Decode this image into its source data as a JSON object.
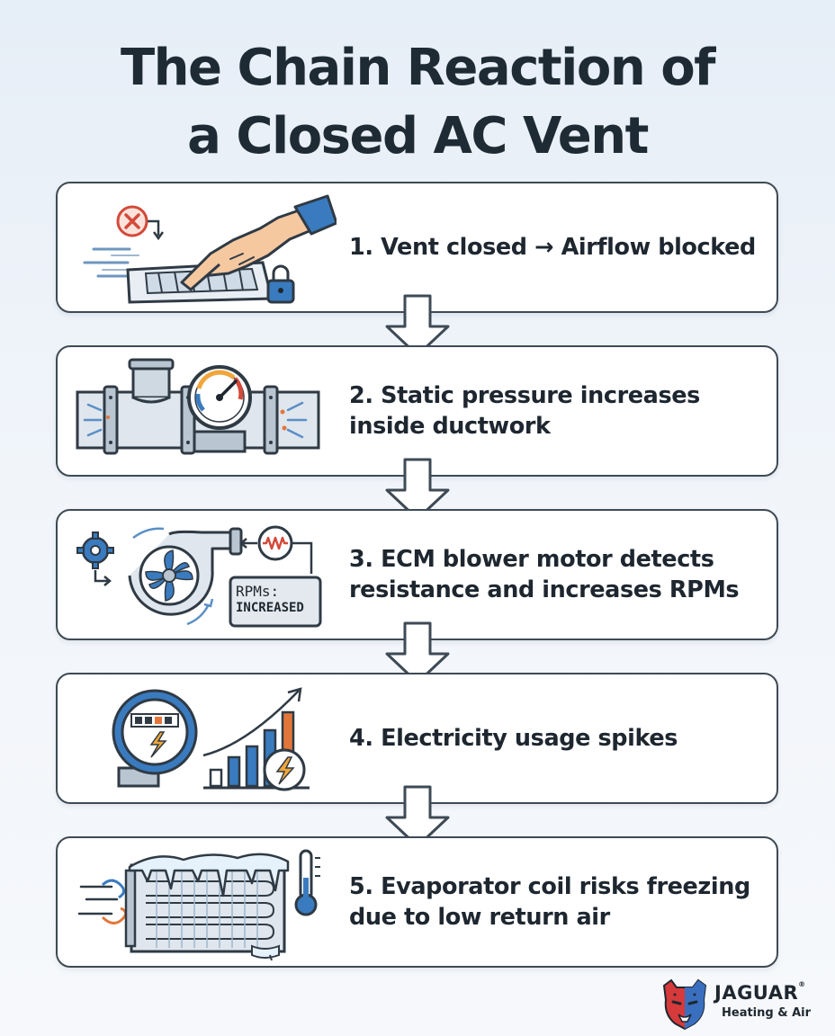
{
  "title": {
    "line1": "The Chain Reaction of",
    "line2": "a Closed AC Vent"
  },
  "steps": [
    {
      "text": "1. Vent closed → Airflow blocked",
      "icon": "vent-hand-lock-icon"
    },
    {
      "text": "2. Static pressure increases inside ductwork",
      "icon": "duct-pressure-gauge-icon"
    },
    {
      "text": "3. ECM blower motor detects resistance and increases RPMs",
      "icon": "blower-motor-icon",
      "icon_label_1": "RPMs:",
      "icon_label_2": "INCREASED"
    },
    {
      "text": "4. Electricity usage spikes",
      "icon": "electric-meter-chart-icon"
    },
    {
      "text": "5. Evaporator coil risks freezing due to low return air",
      "icon": "frozen-coil-icon"
    }
  ],
  "logo": {
    "brand": "JAGUAR",
    "mark": "®",
    "tagline": "Heating & Air"
  },
  "colors": {
    "border": "#3e4a55",
    "accent_blue": "#3a7bbf",
    "accent_orange": "#e2763a",
    "title": "#1f2b34"
  }
}
